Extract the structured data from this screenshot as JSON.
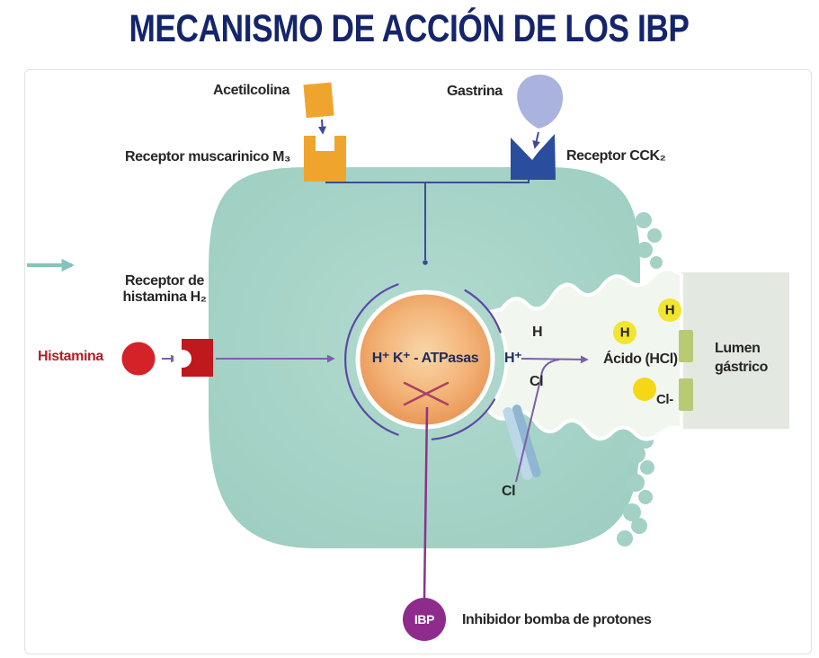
{
  "title": "MECANISMO DE ACCIÓN DE LOS IBP",
  "ligands": {
    "acetylcholine": "Acetilcolina",
    "gastrin": "Gastrina",
    "histamine": "Histamina"
  },
  "receptors": {
    "muscarinic": "Receptor muscarinico M₃",
    "cck2": "Receptor CCK₂",
    "histamine_line1": "Receptor de",
    "histamine_line2": "histamina H₂"
  },
  "pump": {
    "label": "H⁺ K⁺ - ATPasas"
  },
  "ions": {
    "h_plus": "H⁺",
    "h": "H",
    "cl_upper": "Cl",
    "cl_lower": "Cl",
    "acid": "Ácido (HCl)",
    "h_ion": "H",
    "cl_ion": "Cl-"
  },
  "lumen": {
    "line1": "Lumen",
    "line2": "gástrico"
  },
  "ibp": {
    "badge": "IBP",
    "label": "Inhibidor bomba de protones"
  },
  "colors": {
    "title": "#15256B",
    "cell": "#A8D4C8",
    "canaliculus": "#F1F6EF",
    "lumen_bg": "#E3E9E0",
    "acetylcholine_orange": "#EFA52D",
    "gastrin_lavender": "#A9B3DE",
    "cck2_blue": "#2B4D9E",
    "histamine_red": "#D52128",
    "h2_receptor_red": "#C0191D",
    "atpase_orange": "#EC9A5C",
    "signal_line": "#3E4A97",
    "secretion_line": "#7C5FA8",
    "inhibition_x": "#A84064",
    "ibp_purple": "#8E2B8C",
    "yellow_ion": "#F2E530",
    "chloride_yellow": "#F6D716",
    "olive": "#B8CA74",
    "channel_blue": "#8FB6D2",
    "inflow_arrow": "#85C3BD"
  }
}
